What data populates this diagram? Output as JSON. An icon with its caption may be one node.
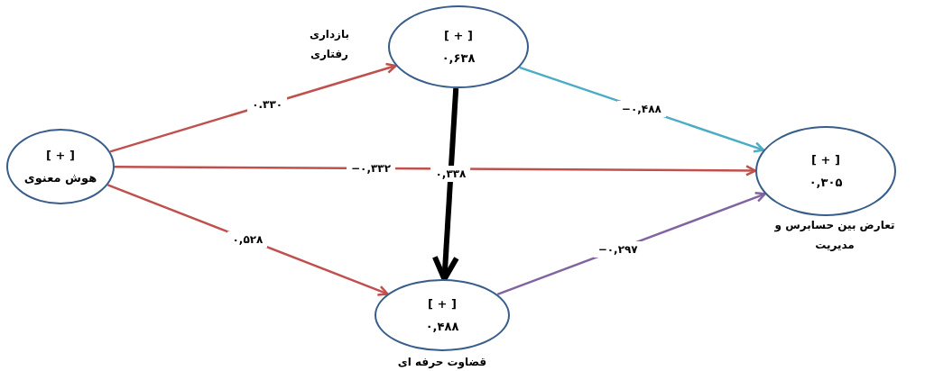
{
  "diagram": {
    "nodes": [
      {
        "text": [
          "[ + ]",
          "هوش معنوی"
        ]
      },
      {
        "text": [
          "[ + ]",
          "۰,۶۳۸"
        ],
        "beside": [
          "بازداری رفتاری"
        ]
      },
      {
        "text": [
          "[ + ]",
          "۰,۳۰۵"
        ],
        "beside": [
          "تعارض بین حسابرس و مدیریت"
        ]
      },
      {
        "text": [
          "[ + ]",
          "۰,۴۸۸"
        ],
        "beside": [
          "قضاوت حرفه ای"
        ]
      }
    ],
    "edges": [
      {
        "from": 0,
        "to": 1,
        "arrow": "to",
        "label": "۰.۳۳۰"
      },
      {
        "from": 0,
        "to": 2,
        "arrow": "to",
        "label": "−۰,۳۳۲"
      },
      {
        "from": 0,
        "to": 3,
        "arrow": "to",
        "label": "۰,۵۲۸"
      },
      {
        "from": 1,
        "to": 3,
        "arrow": "to",
        "label": "۰,۳۳۸",
        "style": "thick",
        "color": "#000000"
      },
      {
        "from": 1,
        "to": 2,
        "arrow": "to",
        "label": "−۰,۴۸۸",
        "color": "#4bacc6"
      },
      {
        "from": 3,
        "to": 2,
        "arrow": "to",
        "label": "−۰,۲۹۷",
        "color": "#8064a2"
      }
    ]
  }
}
